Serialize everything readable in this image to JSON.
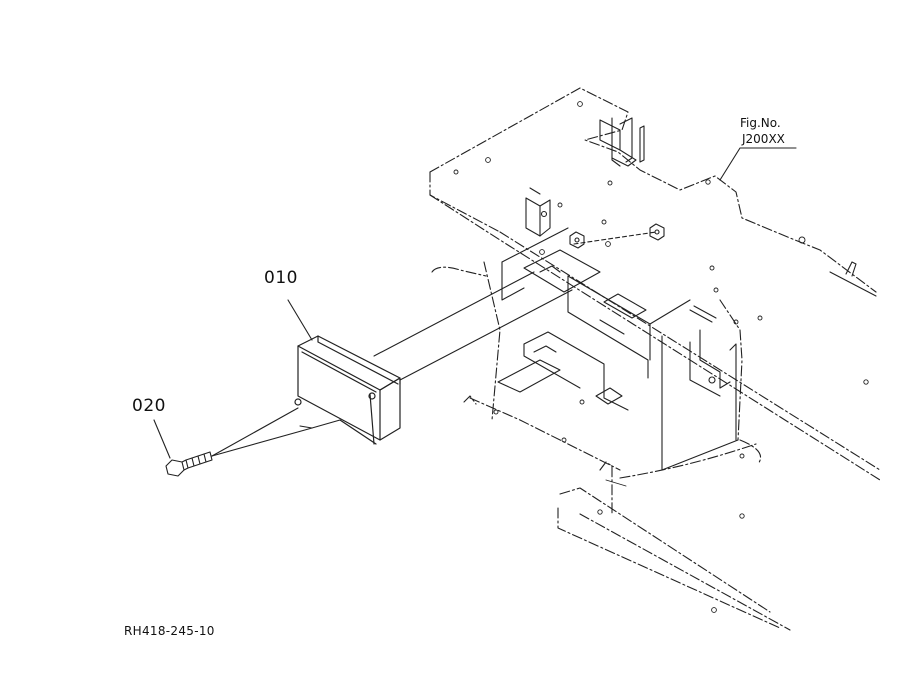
{
  "callouts": {
    "part_010": "010",
    "part_020": "020"
  },
  "figure": {
    "label": "Fig.No.",
    "number": "J200XX"
  },
  "reference_code": "RH418-245-10",
  "colors": {
    "line": "#222222",
    "background": "#ffffff"
  }
}
